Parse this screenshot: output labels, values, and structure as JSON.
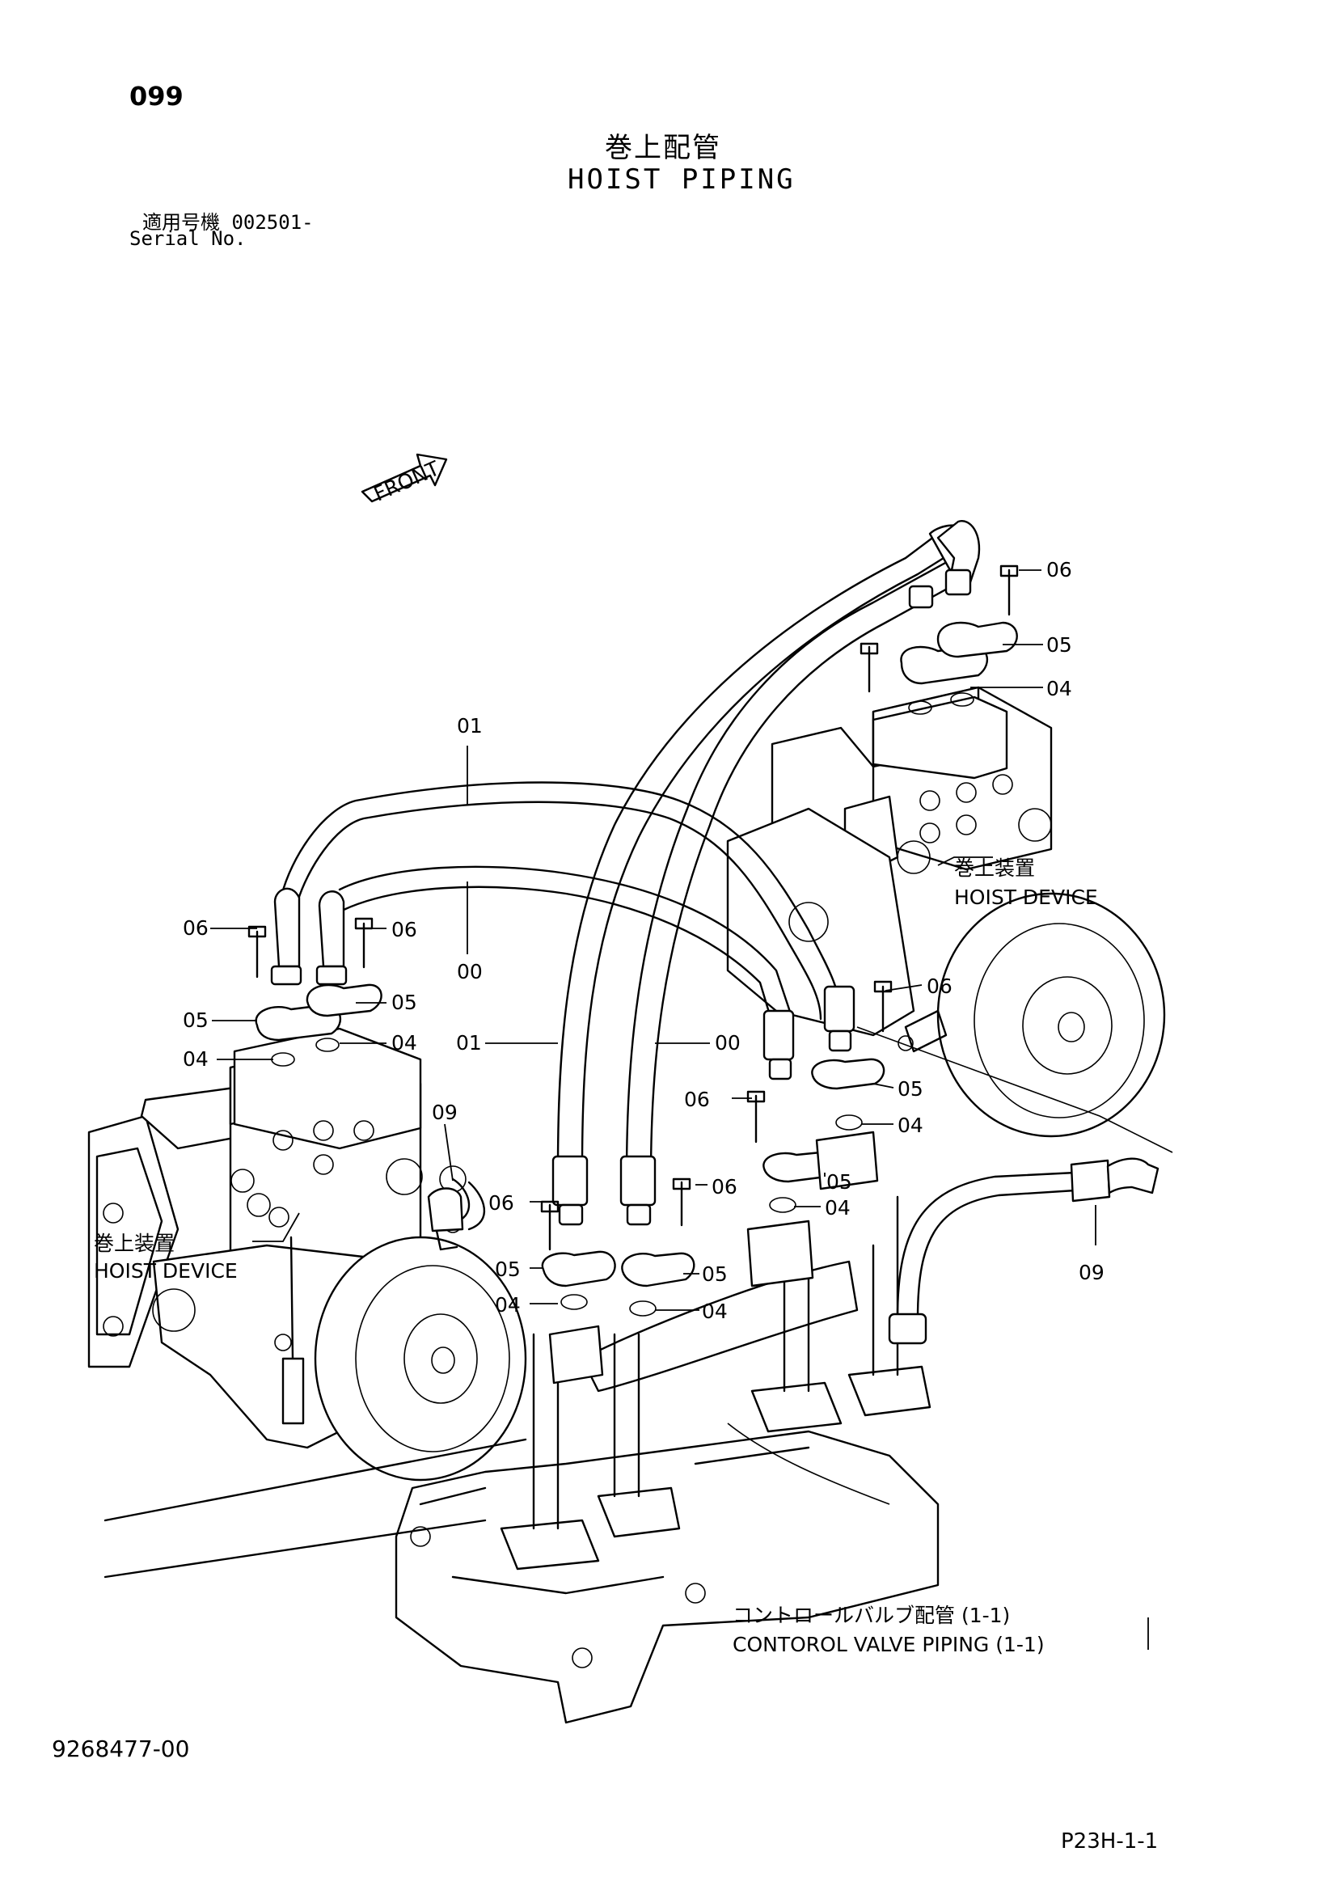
{
  "page_number": "099",
  "title_jp": "巻上配管",
  "title_en": "HOIST PIPING",
  "serial_label_jp": "適用号機",
  "serial_value": "002501-",
  "serial_label_en": "Serial No.",
  "front_marker": "FRONT",
  "labels": {
    "hoist_device_jp": "巻上装置",
    "hoist_device_en": "HOIST DEVICE",
    "control_valve_jp": "コントロールバルブ配管 (1-1)",
    "control_valve_en": "CONTOROL VALVE PIPING (1-1)"
  },
  "part_callouts": {
    "p00": "00",
    "p01": "01",
    "p04": "04",
    "p05": "05",
    "p06": "06",
    "p09": "09"
  },
  "document_number": "9268477-00",
  "sheet_code": "P23H-1-1"
}
